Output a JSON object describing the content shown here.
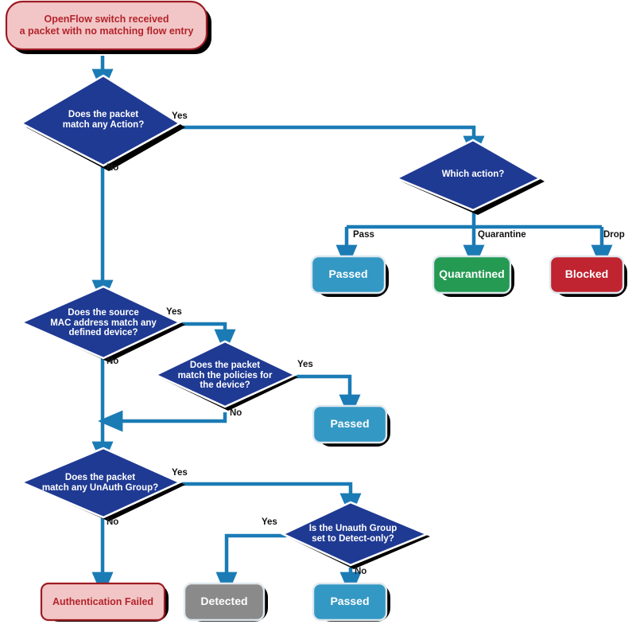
{
  "diagram": {
    "title": "OpenFlow packet handling decision flowchart",
    "colors": {
      "shadow": "#000000",
      "decision_fill": "#1f3a93",
      "decision_fill_dark": "#152c75",
      "decision_stroke": "#ffffff",
      "start_fill": "#f2c6c6",
      "start_stroke": "#9e1b22",
      "start_text": "#b3242c",
      "passed_fill": "#3498c4",
      "passed_stroke": "#dfe9ef",
      "quarantined_fill": "#249a52",
      "quarantined_stroke": "#dfe9ef",
      "blocked_fill": "#bf2430",
      "blocked_stroke": "#dfe9ef",
      "detected_fill": "#8a8a8a",
      "detected_stroke": "#dfe9ef",
      "arrow": "#1b7bb5",
      "edge_label_text": "#111111"
    },
    "nodes": [
      {
        "id": "start",
        "type": "terminal-start",
        "label": "OpenFlow switch received\na packet with no matching flow entry"
      },
      {
        "id": "d_action",
        "type": "decision",
        "label": "Does the packet\nmatch any Action?"
      },
      {
        "id": "d_which",
        "type": "decision",
        "label": "Which action?"
      },
      {
        "id": "t_passed_1",
        "type": "terminal",
        "label": "Passed"
      },
      {
        "id": "t_quarantined",
        "type": "terminal",
        "label": "Quarantined"
      },
      {
        "id": "t_blocked",
        "type": "terminal",
        "label": "Blocked"
      },
      {
        "id": "d_mac",
        "type": "decision",
        "label": "Does the source\nMAC address match any\ndefined device?"
      },
      {
        "id": "d_policies",
        "type": "decision",
        "label": "Does the packet\nmatch the policies for\nthe device?"
      },
      {
        "id": "t_passed_2",
        "type": "terminal",
        "label": "Passed"
      },
      {
        "id": "d_unauth",
        "type": "decision",
        "label": "Does the packet\nmatch any UnAuth Group?"
      },
      {
        "id": "d_detectonly",
        "type": "decision",
        "label": "Is the Unauth Group\nset to Detect-only?"
      },
      {
        "id": "t_detected",
        "type": "terminal",
        "label": "Detected"
      },
      {
        "id": "t_passed_3",
        "type": "terminal",
        "label": "Passed"
      },
      {
        "id": "t_authfailed",
        "type": "terminal",
        "label": "Authentication Failed"
      }
    ],
    "edge_labels": {
      "action_yes": "Yes",
      "action_no": "No",
      "which_pass": "Pass",
      "which_quarantine": "Quarantine",
      "which_drop": "Drop",
      "mac_yes": "Yes",
      "mac_no": "No",
      "policies_yes": "Yes",
      "policies_no": "No",
      "unauth_yes": "Yes",
      "unauth_no": "No",
      "detectonly_yes": "Yes",
      "detectonly_no": "No"
    }
  }
}
